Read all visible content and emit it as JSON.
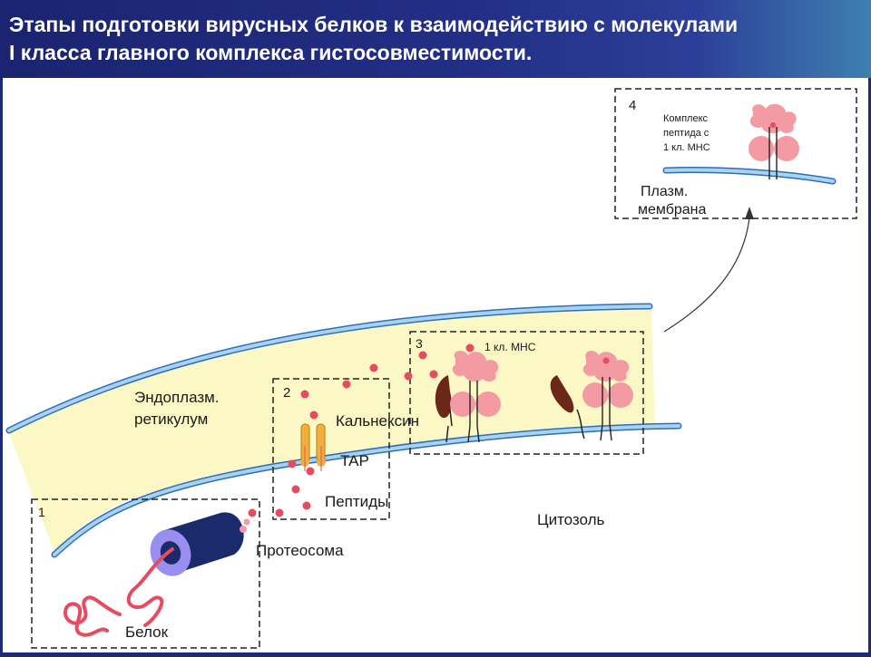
{
  "header": {
    "title_line1": "Этапы подготовки вирусных белков к взаимодействию с молекулами",
    "title_line2": "I класса главного комплекса гистосовместимости."
  },
  "diagram": {
    "step1": "1",
    "step2": "2",
    "step3": "3",
    "step4": "4",
    "er_label_line1": "Эндоплазм.",
    "er_label_line2": "ретикулум",
    "calnexin": "Кальнексин",
    "tap": "TAP",
    "peptides": "Пептиды",
    "cytosol": "Цитозоль",
    "proteasome": "Протеосома",
    "protein": "Белок",
    "mhc_label": "1 кл. МНС",
    "complex_line1": "Комплекс",
    "complex_line2": "пептида с",
    "complex_line3": "1 кл. МНС",
    "membrane_line1": "Плазм.",
    "membrane_line2": "мембрана"
  },
  "colors": {
    "header_bg": "#1c2a78",
    "er_fill": "#fbf8c6",
    "membrane": "#a9d2f0",
    "membrane_edge": "#2c6fb6",
    "peptide": "#e84a5f",
    "mhc": "#f39aa2",
    "proteasome": "#1b2a6b",
    "proteasome_ring": "#9a8df0",
    "tap": "#f0b040",
    "calnexin": "#6b2818"
  }
}
